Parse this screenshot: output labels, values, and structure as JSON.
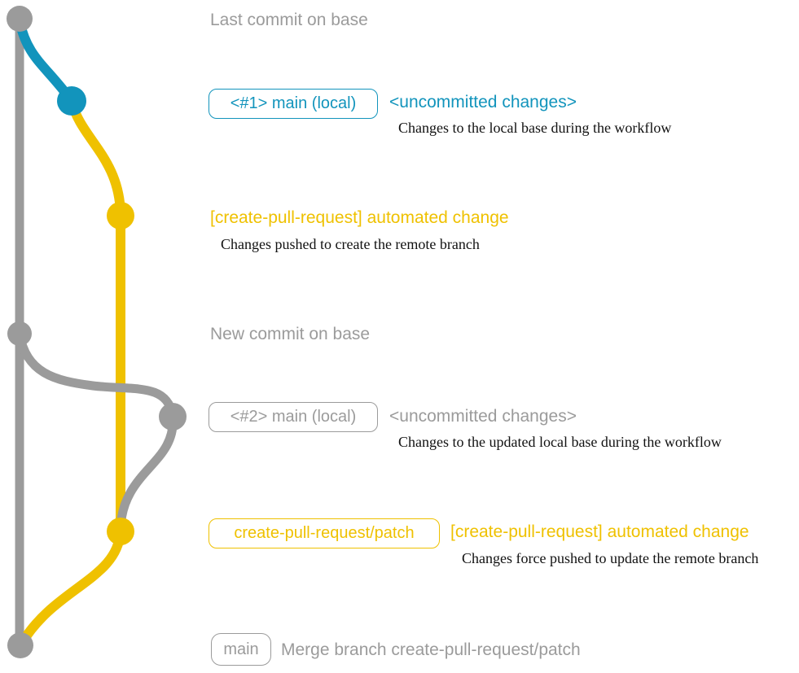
{
  "colors": {
    "gray": "#9B9B9B",
    "blue": "#1294BC",
    "yellow": "#EFC100",
    "ink": "#111111",
    "bg": "#FFFFFF"
  },
  "graph": {
    "base_branch_color": "#9B9B9B",
    "commits": [
      {
        "name": "last-commit-on-base",
        "color": "gray"
      },
      {
        "name": "local-main-1-uncommitted",
        "color": "blue"
      },
      {
        "name": "create-pull-request-automated-change-1",
        "color": "yellow"
      },
      {
        "name": "new-commit-on-base",
        "color": "gray"
      },
      {
        "name": "local-main-2-uncommitted",
        "color": "gray"
      },
      {
        "name": "create-pull-request-automated-change-2",
        "color": "yellow"
      },
      {
        "name": "merge-commit",
        "color": "gray"
      }
    ]
  },
  "annotations": {
    "header_last_commit": "Last commit on base",
    "row1": {
      "badge": "<#1> main (local)",
      "note": "<uncommitted changes>",
      "caption": "Changes to the local base during the workflow"
    },
    "row2": {
      "note": "[create-pull-request] automated change",
      "caption": "Changes pushed to create the remote branch"
    },
    "header_new_commit": "New commit on base",
    "row3": {
      "badge": "<#2> main (local)",
      "note": "<uncommitted changes>",
      "caption": "Changes to the updated local base during the workflow"
    },
    "row4": {
      "badge": "create-pull-request/patch",
      "note": "[create-pull-request] automated change",
      "caption": "Changes force pushed to update the remote branch"
    },
    "row5": {
      "badge": "main",
      "note": "Merge branch create-pull-request/patch"
    }
  }
}
